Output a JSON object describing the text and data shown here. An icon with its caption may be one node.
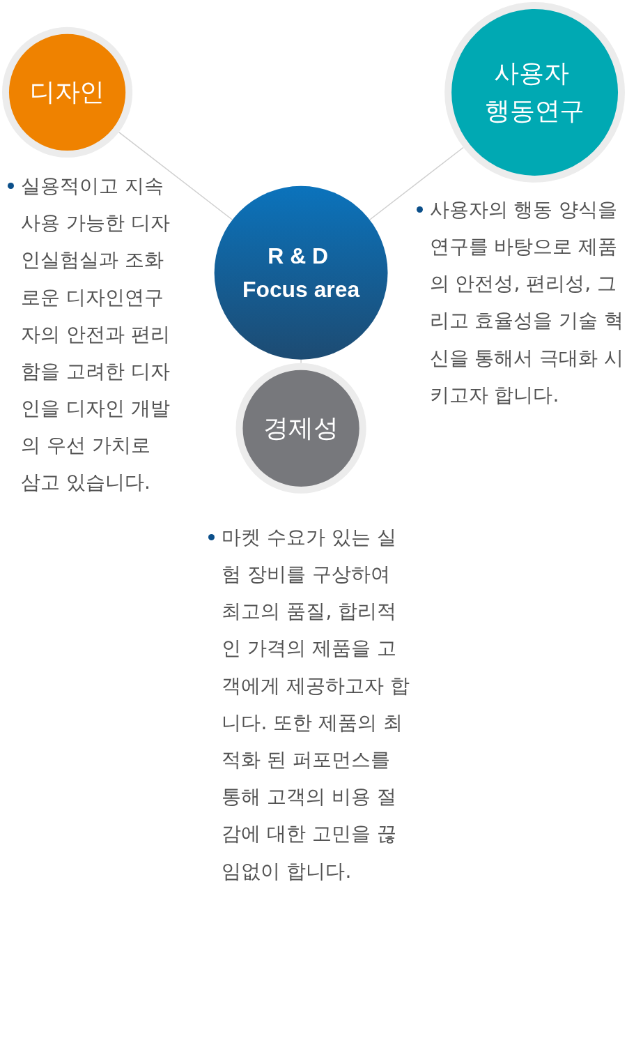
{
  "diagram": {
    "nodes": [
      {
        "text": [
          "디자인"
        ],
        "beside": [
          "실용적이고 지속 사용 가능한 디자인실험실과 조화로운 디자인연구자의 안전과 편리함을 고려한 디자인을 디자인 개발의 우선 가치로 삼고 있습니다."
        ]
      },
      {
        "text": [
          "사용자 행동연구"
        ],
        "beside": [
          "사용자의 행동 양식을 연구를 바탕으로 제품의 안전성, 편리성, 그리고 효율성을 기술 혁신을 통해서 극대화 시키고자 합니다."
        ]
      },
      {
        "text": [
          "R & D Focus area"
        ]
      },
      {
        "text": [
          "경제성"
        ],
        "beside": [
          "마켓 수요가 있는 실험 장비를 구상하여 최고의 품질, 합리적인 가격의 제품을 고객에게 제공하고자 합니다. 또한 제품의 최적화 된 퍼포먼스를 통해 고객의 비용 절감에 대한 고민을 끊임없이 합니다."
        ]
      }
    ],
    "edges": [
      {
        "from": 0,
        "to": 2,
        "arrow": "none"
      },
      {
        "from": 1,
        "to": 2,
        "arrow": "none"
      },
      {
        "from": 2,
        "to": 3,
        "arrow": "none"
      }
    ]
  }
}
